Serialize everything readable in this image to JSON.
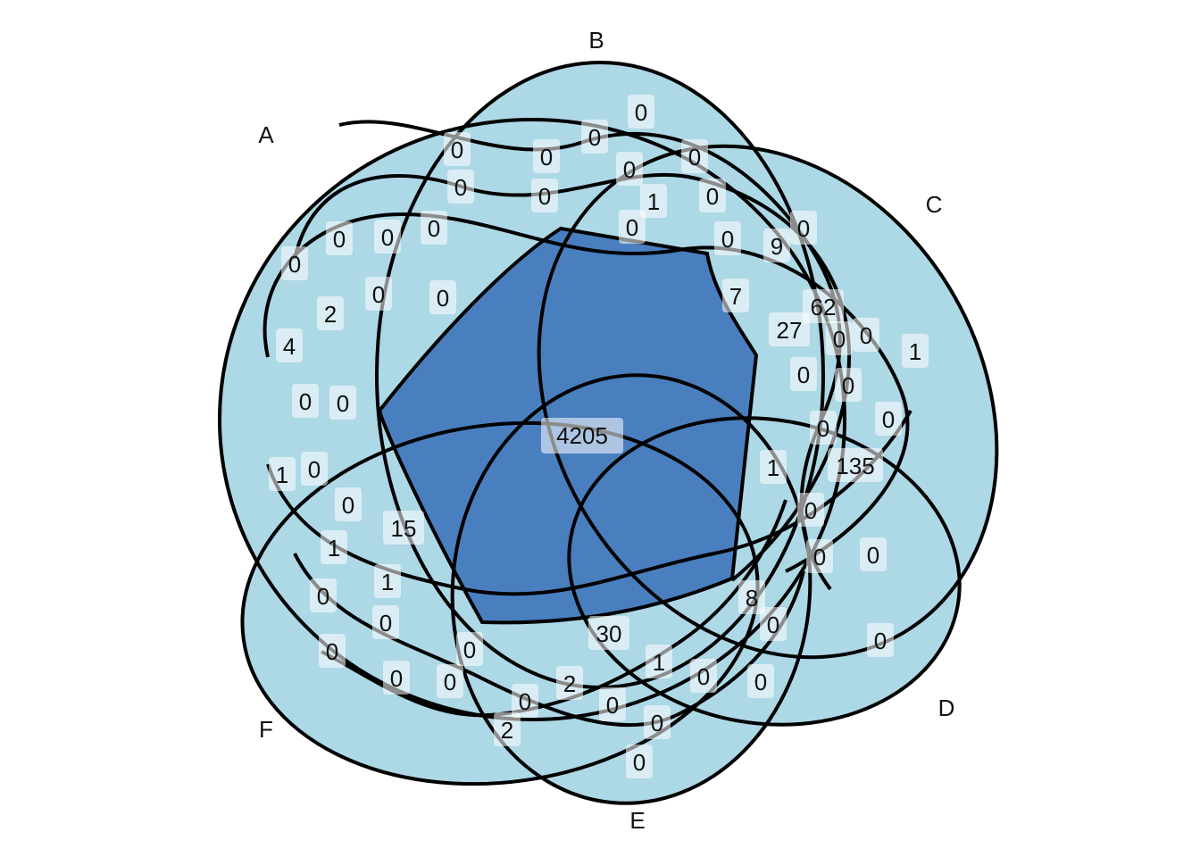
{
  "diagram": {
    "type": "venn",
    "set_count": 6,
    "colors": {
      "region": "#add8e6",
      "core": "#4a7fbf",
      "outline": "#000000",
      "label_box": "#ffffff"
    },
    "sets": [
      {
        "name": "A"
      },
      {
        "name": "B"
      },
      {
        "name": "C"
      },
      {
        "name": "D"
      },
      {
        "name": "E"
      },
      {
        "name": "F"
      }
    ],
    "center_count": "4205",
    "counts": [
      "0",
      "0",
      "0",
      "0",
      "0",
      "0",
      "0",
      "0",
      "0",
      "1",
      "0",
      "0",
      "9",
      "0",
      "0",
      "0",
      "0",
      "0",
      "2",
      "0",
      "0",
      "7",
      "62",
      "27",
      "0",
      "1",
      "4",
      "0",
      "0",
      "0",
      "0",
      "0",
      "1",
      "0",
      "1",
      "135",
      "0",
      "0",
      "1",
      "0",
      "0",
      "1",
      "0",
      "15",
      "0",
      "0",
      "8",
      "0",
      "0",
      "0",
      "1",
      "0",
      "0",
      "30",
      "0",
      "2",
      "0",
      "0",
      "0",
      "0",
      "2",
      "0",
      "0",
      "0",
      "0",
      "0",
      "0",
      "0",
      "0",
      "0"
    ]
  }
}
